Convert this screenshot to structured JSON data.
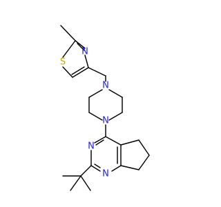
{
  "molecule": {
    "atoms": [
      {
        "name": "thiazole-sulfur",
        "symbol": "S",
        "color": "#C8A800"
      },
      {
        "name": "thiazole-nitrogen",
        "symbol": "N",
        "color": "#2020FF"
      },
      {
        "name": "piperazine-nitrogen-top",
        "symbol": "N",
        "color": "#2020FF"
      },
      {
        "name": "piperazine-nitrogen-bottom",
        "symbol": "N",
        "color": "#2020FF"
      },
      {
        "name": "pyrimidine-nitrogen-left",
        "symbol": "N",
        "color": "#2020FF"
      },
      {
        "name": "pyrimidine-nitrogen-bottom",
        "symbol": "N",
        "color": "#2020FF"
      }
    ]
  }
}
